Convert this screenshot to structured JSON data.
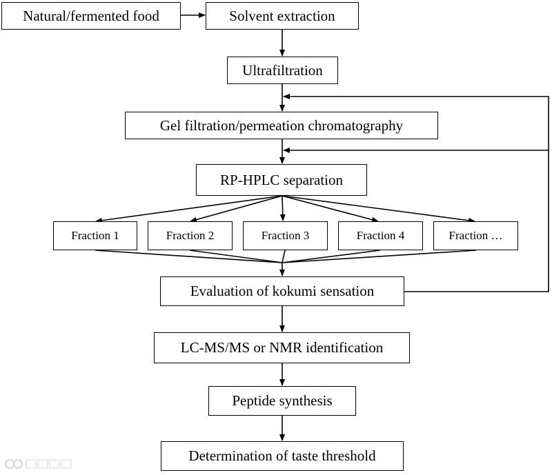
{
  "nodes": {
    "natural_food": "Natural/fermented food",
    "solvent_extraction": "Solvent extraction",
    "ultrafiltration": "Ultrafiltration",
    "gel_filtration": "Gel filtration/permeation chromatography",
    "rp_hplc": "RP-HPLC separation",
    "fractions": [
      "Fraction 1",
      "Fraction 2",
      "Fraction 3",
      "Fraction 4",
      "Fraction …"
    ],
    "evaluation": "Evaluation of kokumi sensation",
    "identification": "LC-MS/MS or NMR identification",
    "synthesis": "Peptide synthesis",
    "threshold": "Determination of taste threshold"
  },
  "watermark": "大数跨境",
  "colors": {
    "stroke": "#000000",
    "background": "#ffffff"
  }
}
